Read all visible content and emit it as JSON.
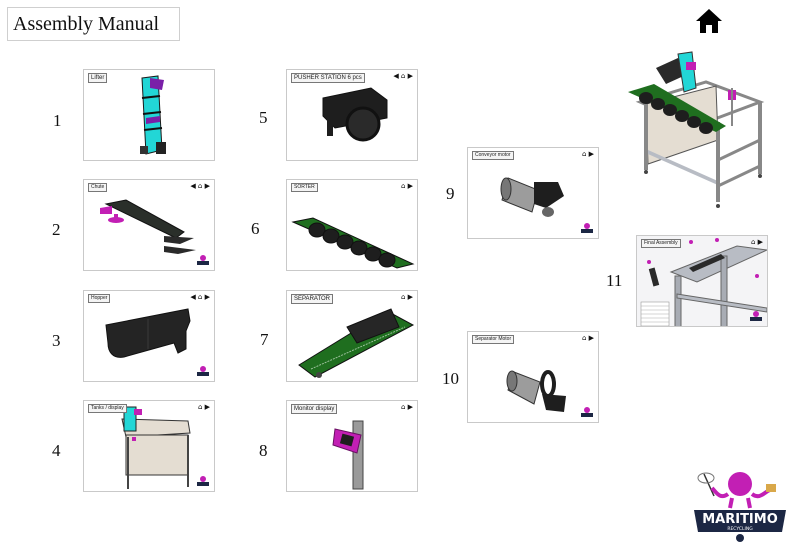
{
  "header": {
    "title": "Assembly Manual",
    "home_icon": "home-icon"
  },
  "steps": [
    {
      "number": "1",
      "label": "Lifter",
      "nav": "",
      "has_logo": false
    },
    {
      "number": "2",
      "label": "Chute",
      "nav": "◆◆◆",
      "has_logo": true
    },
    {
      "number": "3",
      "label": "Hopper",
      "nav": "◆◆◆",
      "has_logo": true
    },
    {
      "number": "4",
      "label": "Tanks / display",
      "nav": "◆◆",
      "has_logo": true
    },
    {
      "number": "5",
      "label": "PUSHER STATION 6 pcs",
      "nav": "◆◆◆",
      "has_logo": false
    },
    {
      "number": "6",
      "label": "SORTER",
      "nav": "◆◆",
      "has_logo": false
    },
    {
      "number": "7",
      "label": "SEPARATOR",
      "nav": "◆◆",
      "has_logo": false
    },
    {
      "number": "8",
      "label": "Monitor display",
      "nav": "◆◆",
      "has_logo": false
    },
    {
      "number": "9",
      "label": "Conveyor motor",
      "nav": "◆◆",
      "has_logo": true
    },
    {
      "number": "10",
      "label": "Separator Motor",
      "nav": "◆◆",
      "has_logo": true
    },
    {
      "number": "11",
      "label": "Final Assembly",
      "nav": "◆◆",
      "has_logo": true
    }
  ],
  "nav_icons": {
    "back": "←",
    "home": "⌂",
    "forward": "→"
  },
  "tile_nav": {
    "s1": "",
    "s2": "◀ ⌂ ▶",
    "s3": "◀ ⌂ ▶",
    "s4": "⌂ ▶",
    "s5": "◀ ⌂ ▶",
    "s6": "⌂ ▶",
    "s7": "⌂ ▶",
    "s8": "⌂ ▶",
    "s9": "⌂ ▶",
    "s10": "⌂ ▶",
    "s11": "⌂ ▶"
  },
  "brand": {
    "name": "MARITIMO",
    "tagline": "RECYCLING"
  },
  "colors": {
    "accent_magenta": "#c21fb4",
    "accent_cyan": "#22d6d6",
    "belt_green": "#1f6e1f",
    "part_black": "#1e1e1e",
    "panel_beige": "#e4ddd2",
    "brand_navy": "#1c2744"
  }
}
